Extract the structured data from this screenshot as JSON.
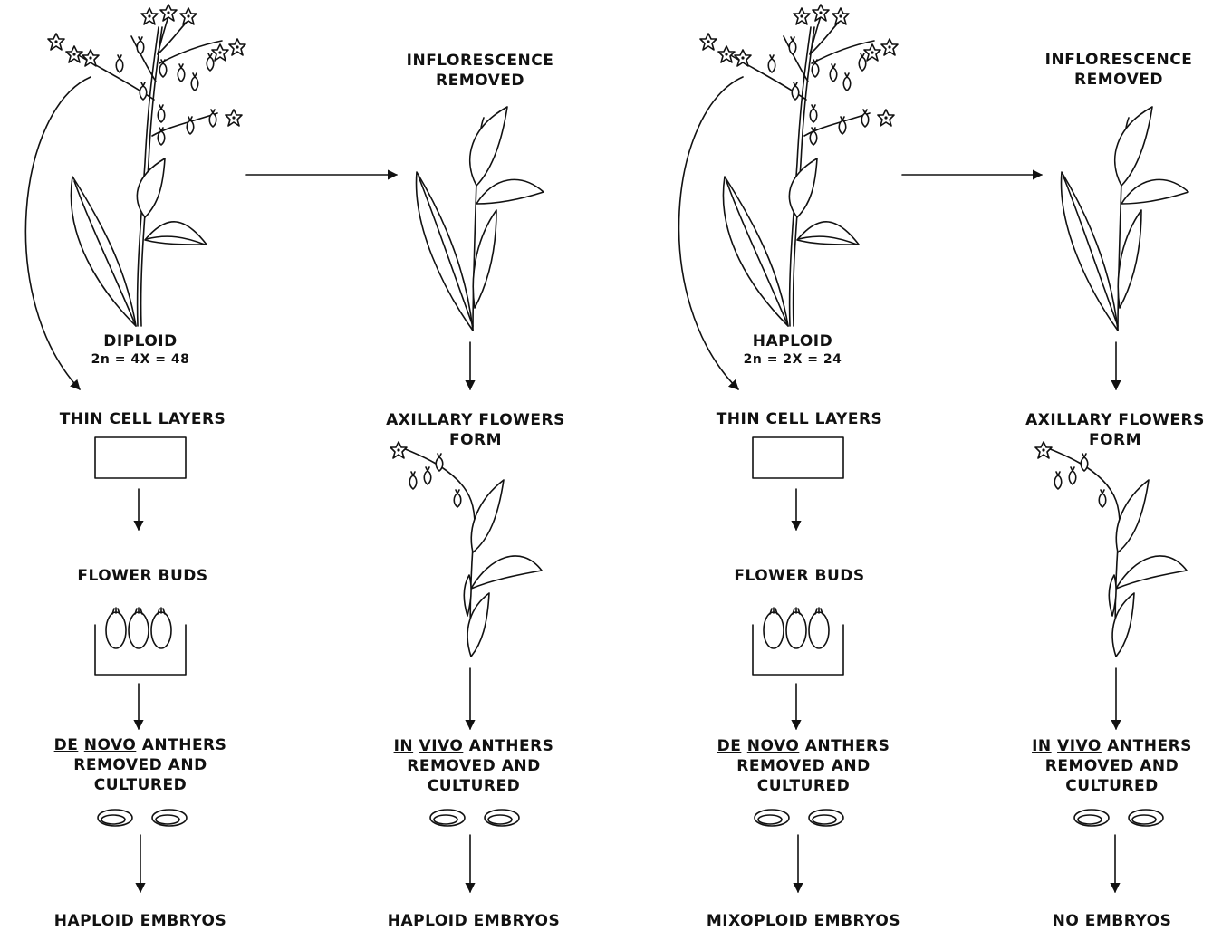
{
  "col1": {
    "ploidy": "DIPLOID",
    "formula": "2n = 4X = 48",
    "step1": "THIN CELL LAYERS",
    "step2": "FLOWER BUDS",
    "step3_a": "DE",
    "step3_b": "NOVO",
    "step3_c": "ANTHERS",
    "step3_line2": "REMOVED AND",
    "step3_line3": "CULTURED",
    "result": "HAPLOID EMBRYOS"
  },
  "col2": {
    "header_line1": "INFLORESCENCE",
    "header_line2": "REMOVED",
    "step1_line1": "AXILLARY FLOWERS",
    "step1_line2": "FORM",
    "step2_a": "IN",
    "step2_b": "VIVO",
    "step2_c": "ANTHERS",
    "step2_line2": "REMOVED AND",
    "step2_line3": "CULTURED",
    "result": "HAPLOID EMBRYOS"
  },
  "col3": {
    "ploidy": "HAPLOID",
    "formula": "2n = 2X = 24",
    "step1": "THIN CELL LAYERS",
    "step2": "FLOWER BUDS",
    "step3_a": "DE",
    "step3_b": "NOVO",
    "step3_c": "ANTHERS",
    "step3_line2": "REMOVED AND",
    "step3_line3": "CULTURED",
    "result": "MIXOPLOID EMBRYOS"
  },
  "col4": {
    "header_line1": "INFLORESCENCE",
    "header_line2": "REMOVED",
    "step1_line1": "AXILLARY FLOWERS",
    "step1_line2": "FORM",
    "step2_a": "IN",
    "step2_b": "VIVO",
    "step2_c": "ANTHERS",
    "step2_line2": "REMOVED AND",
    "step2_line3": "CULTURED",
    "result": "NO EMBRYOS"
  },
  "colors": {
    "ink": "#111111",
    "background": "#ffffff"
  }
}
